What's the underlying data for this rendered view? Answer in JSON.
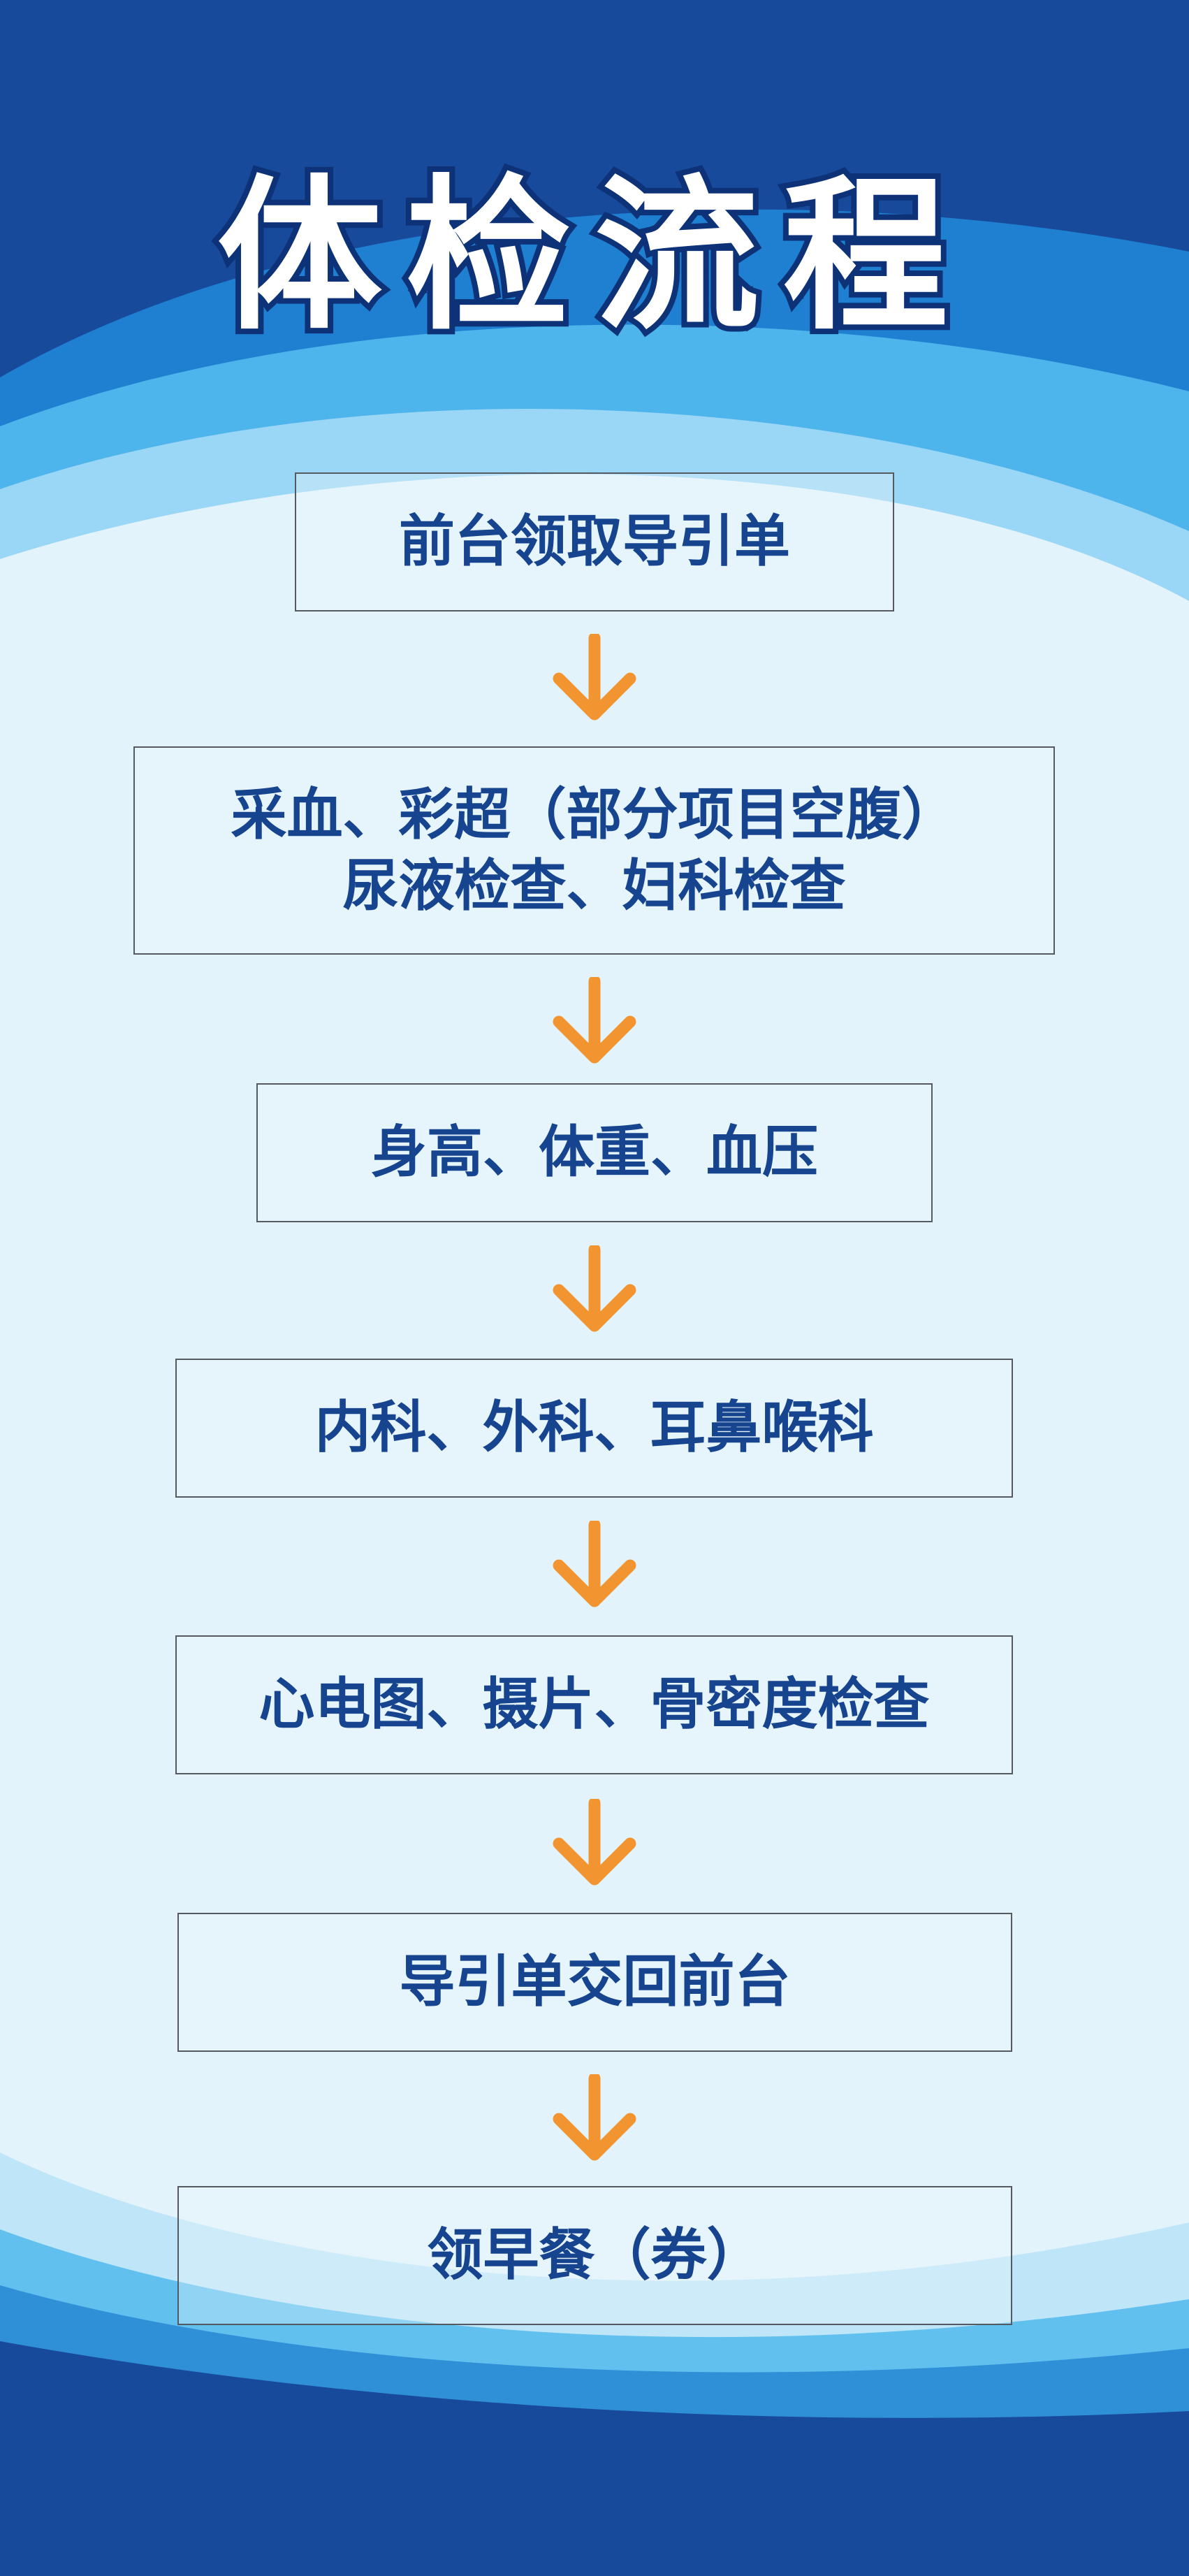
{
  "title": "体检流程",
  "colors": {
    "background_dark": "#1a4a9a",
    "background_light": "#e3f3fc",
    "step_text": "#17448f",
    "arrow": "#f29530",
    "title_fill": "#ffffff",
    "title_stroke": "#0d3278"
  },
  "arrow_icon": "chevron-down-arrow-icon",
  "steps": [
    {
      "lines": [
        "前台领取导引单"
      ]
    },
    {
      "lines": [
        "采血、彩超（部分项目空腹）",
        "尿液检查、妇科检查"
      ]
    },
    {
      "lines": [
        "身高、体重、血压"
      ]
    },
    {
      "lines": [
        "内科、外科、耳鼻喉科"
      ]
    },
    {
      "lines": [
        "心电图、摄片、骨密度检查"
      ]
    },
    {
      "lines": [
        "导引单交回前台"
      ]
    },
    {
      "lines": [
        "领早餐（券）"
      ]
    }
  ]
}
